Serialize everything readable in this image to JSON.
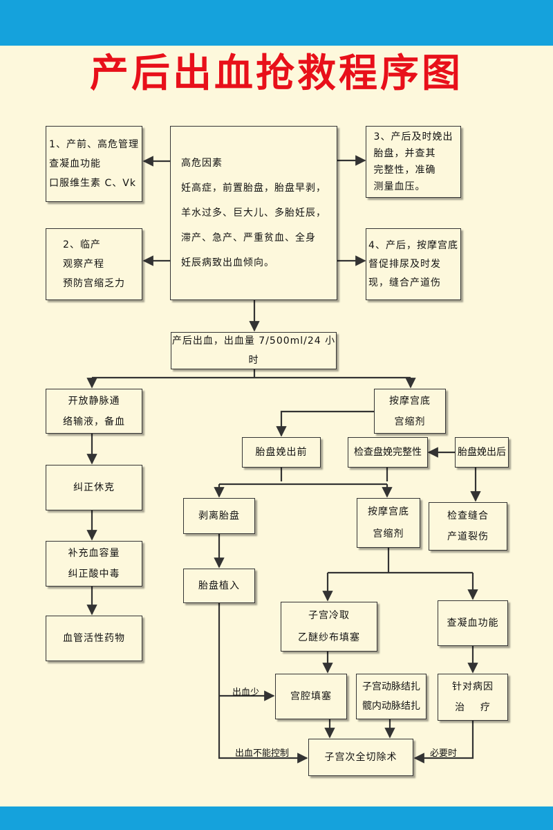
{
  "title": "产后出血抢救程序图",
  "colors": {
    "title": "#e8101a",
    "band": "#15a2dc",
    "background": "#fdf8dc",
    "line": "#333333"
  },
  "boxes": {
    "prenatal": "1、产前、高危管理\n   查凝血功能\n   口服维生素 C、Vk",
    "labor": "2、临产\n   观察产程\n   预防宫缩乏力",
    "risk": "高危因素\n妊高症，前置胎盘，胎盘早剥，\n羊水过多、巨大儿、多胎妊辰，\n滞产、急产、严重贫血、全身\n妊辰病致出血倾向。",
    "delivery": "3、产后及时娩出\n   胎盘，并查其\n   完整性，准确\n   测量血压。",
    "postpartum_care": "4、产后，按摩宫底\n   督促排尿及时发\n   现，缝合产道伤",
    "pph": "产后出血，出血量 7/500ml/24 小时",
    "iv": "开放静脉通\n络输液，备血",
    "shock": "纠正休克",
    "volume": "补充血容量\n纠正酸中毒",
    "vasoactive": "血管活性药物",
    "massage_top": "按摩宫底\n宫缩剂",
    "before_placenta": "胎盘娩出前",
    "check_placenta": "检查盘娩完整性",
    "after_placenta": "胎盘娩出后",
    "peel": "剥离胎盘",
    "massage_mid": "按摩宫底\n宫缩剂",
    "check_suture": "检查缝合\n产道裂伤",
    "accreta": "胎盘植入",
    "cold_pack": "子宫冷取\n乙醚纱布填塞",
    "coag": "查凝血功能",
    "cavity_pack": "宫腔填塞",
    "ligation": "子宫动脉结扎\n髋内动脉结扎",
    "treat_cause": "针对病因\n治    疗",
    "hysterectomy": "子宫次全切除术"
  },
  "labels": {
    "less_bleeding": "出血少",
    "uncontrolled": "出血不能控制",
    "when_needed": "必要时"
  }
}
